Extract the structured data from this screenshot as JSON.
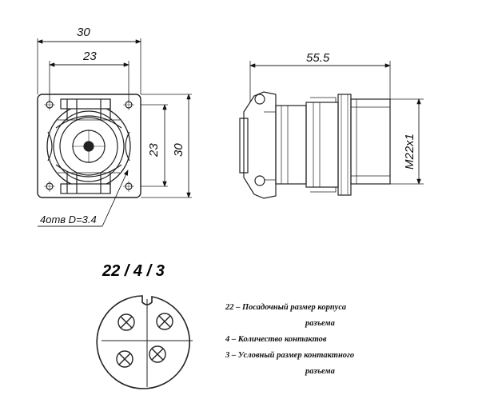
{
  "front_view": {
    "outer_width": "30",
    "hole_spacing": "23",
    "vertical_hole_spacing": "23",
    "vertical_outer": "30",
    "holes_note": "4отв D=3.4"
  },
  "side_view": {
    "length": "55.5",
    "thread": "M22x1"
  },
  "pin_layout": {
    "code": "22 / 4 / 3"
  },
  "legend": {
    "line1": "22 – Посадочный размер корпуса",
    "line1b": "разъема",
    "line2": "4 – Количество контактов",
    "line3": "3 – Условный размер контактного",
    "line3b": "разъема"
  }
}
